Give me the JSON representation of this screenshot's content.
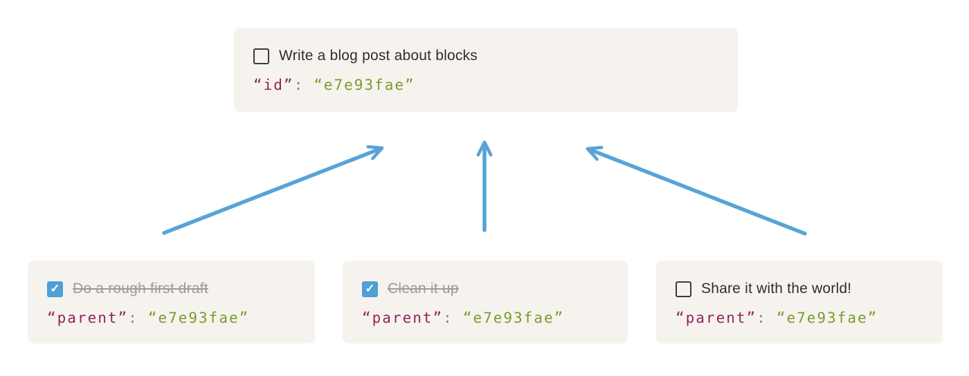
{
  "parent_card": {
    "title": "Write a blog post about blocks",
    "checked": false,
    "completed": false,
    "code": {
      "key": "“id”",
      "separator": ":",
      "value": "“e7e93fae”"
    }
  },
  "child_cards": [
    {
      "title": "Do a rough first draft",
      "checked": true,
      "completed": true,
      "code": {
        "key": "“parent”",
        "separator": ":",
        "value": "“e7e93fae”"
      }
    },
    {
      "title": "Clean it up",
      "checked": true,
      "completed": true,
      "code": {
        "key": "“parent”",
        "separator": ":",
        "value": "“e7e93fae”"
      }
    },
    {
      "title": "Share it with the world!",
      "checked": false,
      "completed": false,
      "code": {
        "key": "“parent”",
        "separator": ":",
        "value": "“e7e93fae”"
      }
    }
  ],
  "icons": {
    "checkmark": "✓"
  },
  "colors": {
    "page_background": "#ffffff",
    "card_background": "#f6f3ee",
    "arrow_blue": "#58a3d8",
    "checkbox_checked_blue": "#4ea0d5",
    "code_key": "#93235c",
    "code_value": "#7a9b2d",
    "code_punctuation": "#87857f",
    "title_text": "#2f2e2a",
    "completed_text": "#9d9b96"
  }
}
